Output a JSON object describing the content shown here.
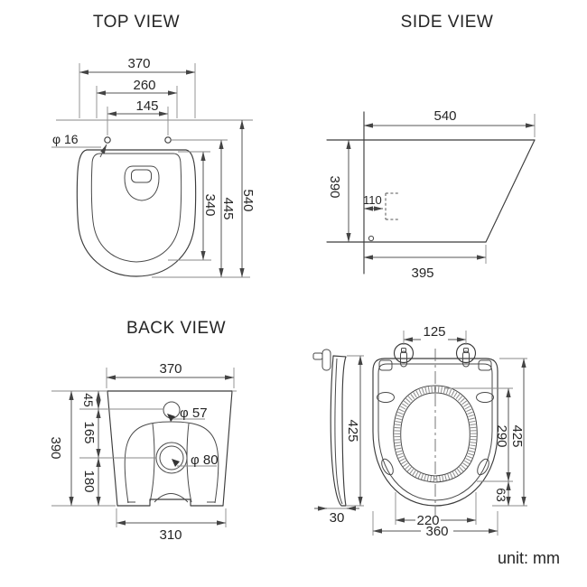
{
  "drawing": {
    "unit_note": "unit: mm",
    "top_view": {
      "title": "TOP VIEW",
      "dims": {
        "outer_width": "370",
        "rim_width": "260",
        "hole_spacing": "145",
        "hole_diameter": "φ 16",
        "opening_depth": "340",
        "holes_to_front": "445",
        "overall_depth": "540"
      }
    },
    "side_view": {
      "title": "SIDE VIEW",
      "dims": {
        "overall_depth": "540",
        "height": "390",
        "outlet_offset": "110",
        "base_depth": "395"
      }
    },
    "back_view": {
      "title": "BACK VIEW",
      "dims": {
        "top_width": "370",
        "inlet_drop": "45",
        "inlet_diameter": "φ 57",
        "inlet_to_outlet": "165",
        "height": "390",
        "outlet_height": "180",
        "outlet_diameter": "φ 80",
        "base_width": "310"
      }
    },
    "seat_view": {
      "dims": {
        "hinge_spacing": "125",
        "profile_height": "425",
        "profile_thickness": "30",
        "opening_length": "290",
        "overall_length": "425",
        "front_rim": "63",
        "opening_width": "220",
        "overall_width": "360"
      }
    }
  }
}
